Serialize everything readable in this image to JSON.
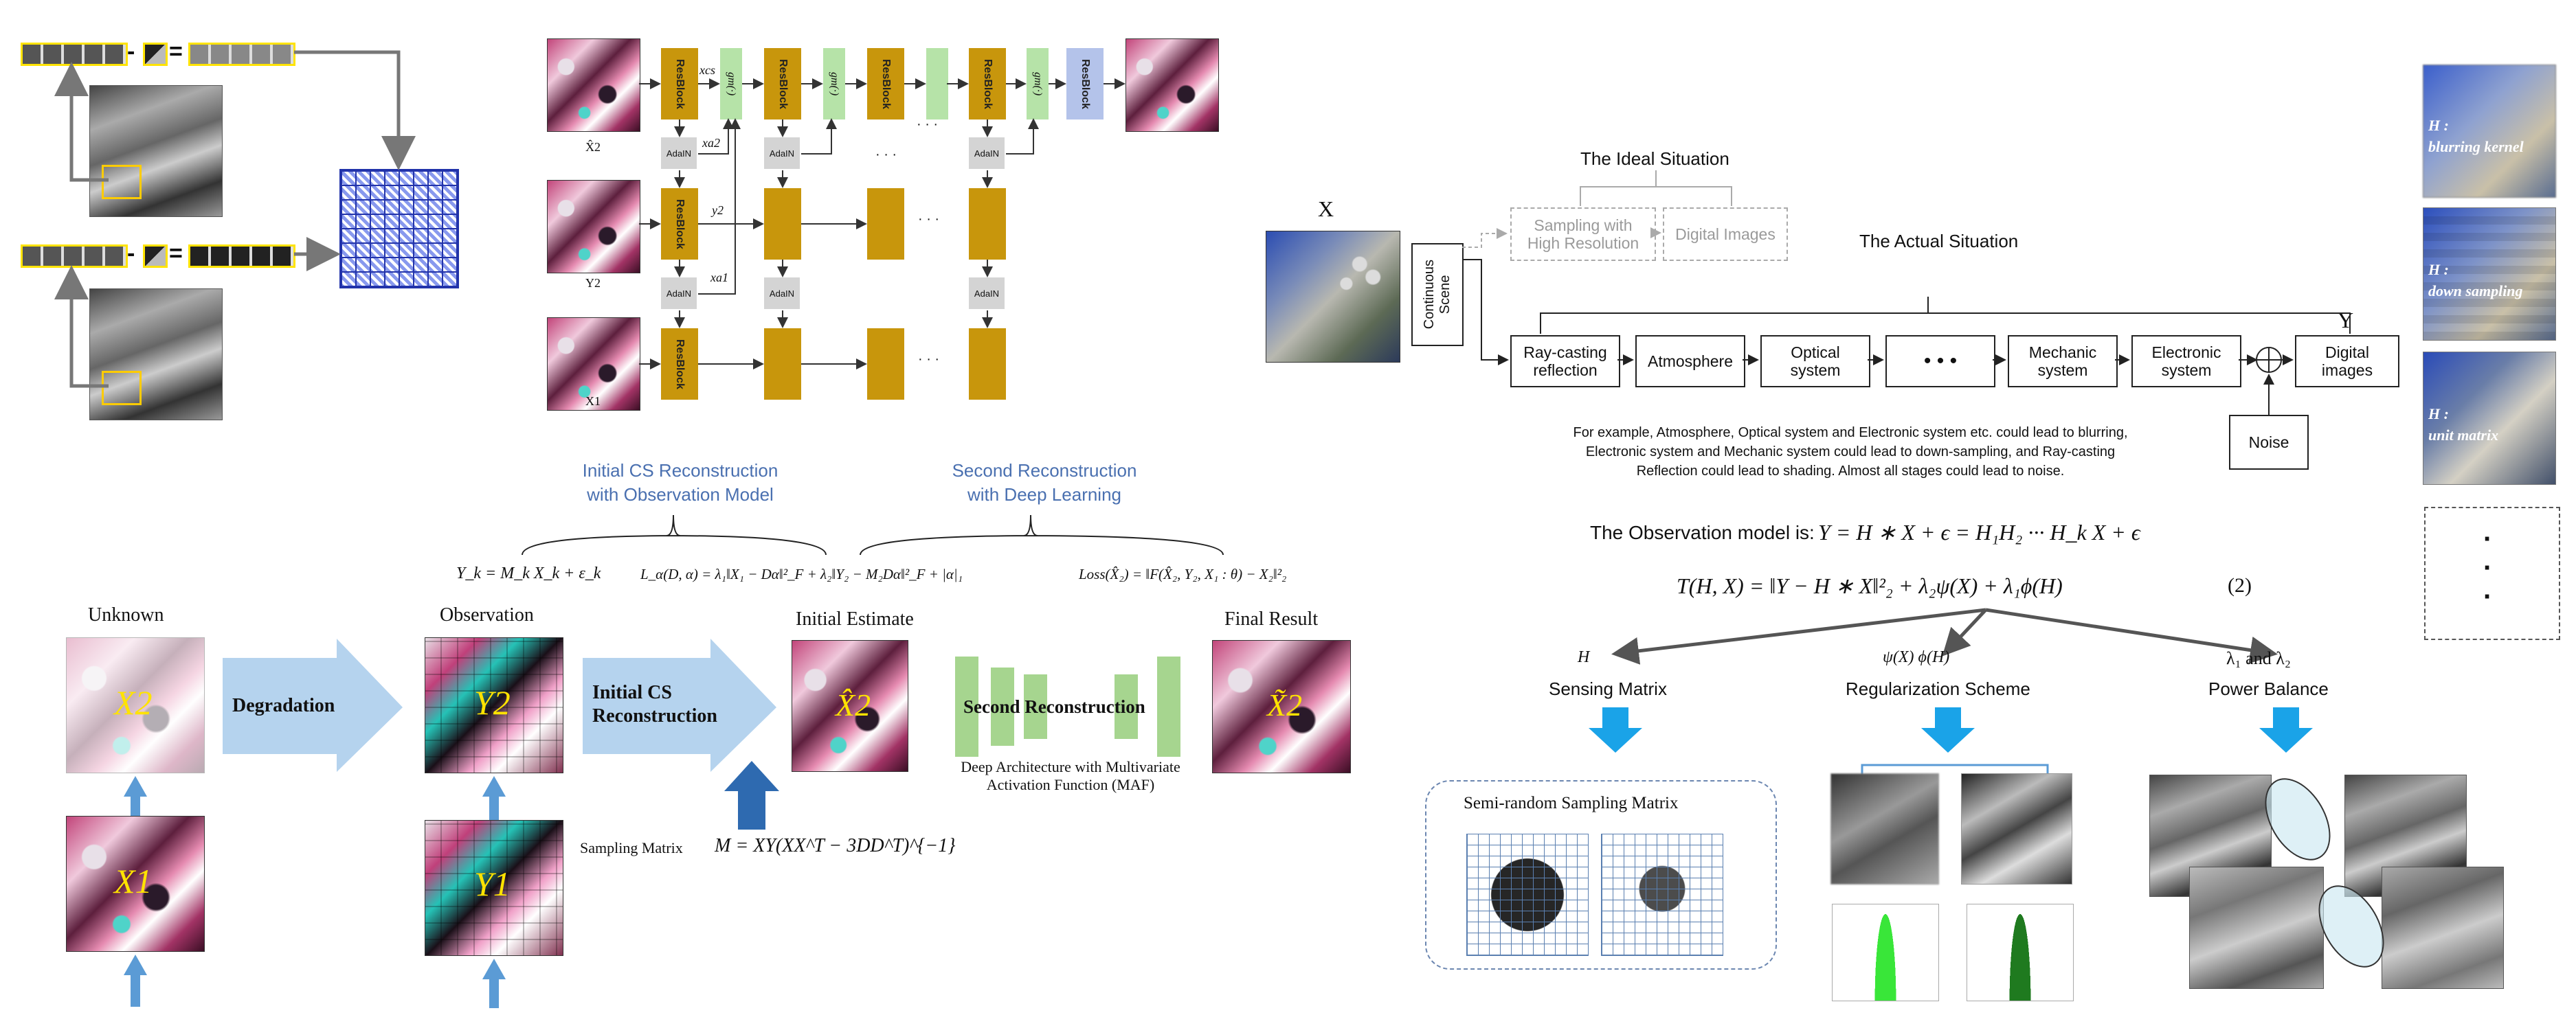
{
  "colors": {
    "resblock": "#c8960c",
    "green_block": "#b6e3a8",
    "adain": "#d4d4d4",
    "block_blue": "#b4c3ea",
    "arrow_blue": "#b5d3ee",
    "title_blue": "#4a70b0",
    "drop_blue": "#1aa3e8",
    "yellow": "#ffe300"
  },
  "panel_a": {
    "row1_op": "-",
    "row1_eq": "=",
    "row2_op": "-",
    "row2_eq": "="
  },
  "panel_b": {
    "input_labels": [
      "X̂2",
      "Y2",
      "X1"
    ],
    "resblock_label": "ResBlock",
    "adain_label": "AdaIN",
    "green_labels": [
      "gm(·)",
      "gm(·)",
      "gm(·)"
    ],
    "edge_labels": [
      "xcs",
      "xa2",
      "y2",
      "xa1"
    ],
    "dots": "· · ·"
  },
  "panel_c": {
    "title_left": "Initial CS Reconstruction\nwith Observation Model",
    "title_right": "Second Reconstruction\nwith Deep Learning",
    "eq_yk": "Y_k = M_k X_k + ε_k",
    "eq_loss_alpha": "L_α(D, α) = λ₁‖X₁ − Dα‖²_F + λ₂‖Y₂ − M₂Dα‖²_F + |α|₁",
    "eq_loss": "Loss(X̂₂) = ‖F(X̂₂, Y₂, X₁ : θ) − X₂‖²₂",
    "stage_labels": [
      "Unknown",
      "Observation",
      "Initial Estimate",
      "Final Result"
    ],
    "arrow_degradation": "Degradation",
    "arrow_initial_cs": "Initial CS\nReconstruction",
    "second_reconstruction": "Second Reconstruction",
    "maf_caption": "Deep Architecture with Multivariate\nActivation Function (MAF)",
    "sampling_matrix_label": "Sampling Matrix",
    "sampling_matrix_eq": "M = XY(XX^T − 3DD^T)^{−1}",
    "tile_labels": [
      "X2",
      "X1",
      "Y2",
      "Y1",
      "X̂2",
      "X̃2"
    ]
  },
  "panel_d": {
    "x_label": "X",
    "y_label": "Y",
    "ideal_title": "The Ideal Situation",
    "actual_title": "The Actual Situation",
    "continuous_scene": "Continuous\nScene",
    "ideal_boxes": [
      "Sampling with\nHigh Resolution",
      "Digital Images"
    ],
    "pipeline": [
      "Ray-casting\nreflection",
      "Atmosphere",
      "Optical\nsystem",
      "• • •",
      "Mechanic\nsystem",
      "Electronic\nsystem",
      "Digital\nimages"
    ],
    "noise": "Noise",
    "explanation": "For example, Atmosphere, Optical system and Electronic system etc. could lead to blurring,\nElectronic system and Mechanic system could lead to down-sampling, and Ray-casting\nReflection could lead to shading. Almost all stages could lead to noise.",
    "obs_model_prefix": "The Observation model is:",
    "obs_model_eq": "Y = H ∗ X + ϵ = H₁H₂ ··· H_k X + ϵ",
    "objective_eq": "T(H, X) = ‖Y − H ∗ X‖²₂ + λ₂ψ(X) + λ₁ϕ(H)",
    "objective_num": "(2)",
    "branch_symbols": [
      "H",
      "ψ(X)  ϕ(H)",
      "λ₁ and λ₂"
    ],
    "branch_labels": [
      "Sensing Matrix",
      "Regularization Scheme",
      "Power Balance"
    ],
    "semi_random_title": "Semi-random Sampling Matrix"
  },
  "panel_e": {
    "h_labels": [
      "H :\nblurring kernel",
      "H :\ndown sampling",
      "H :\nunit matrix"
    ],
    "dots": "·\n·\n·"
  }
}
